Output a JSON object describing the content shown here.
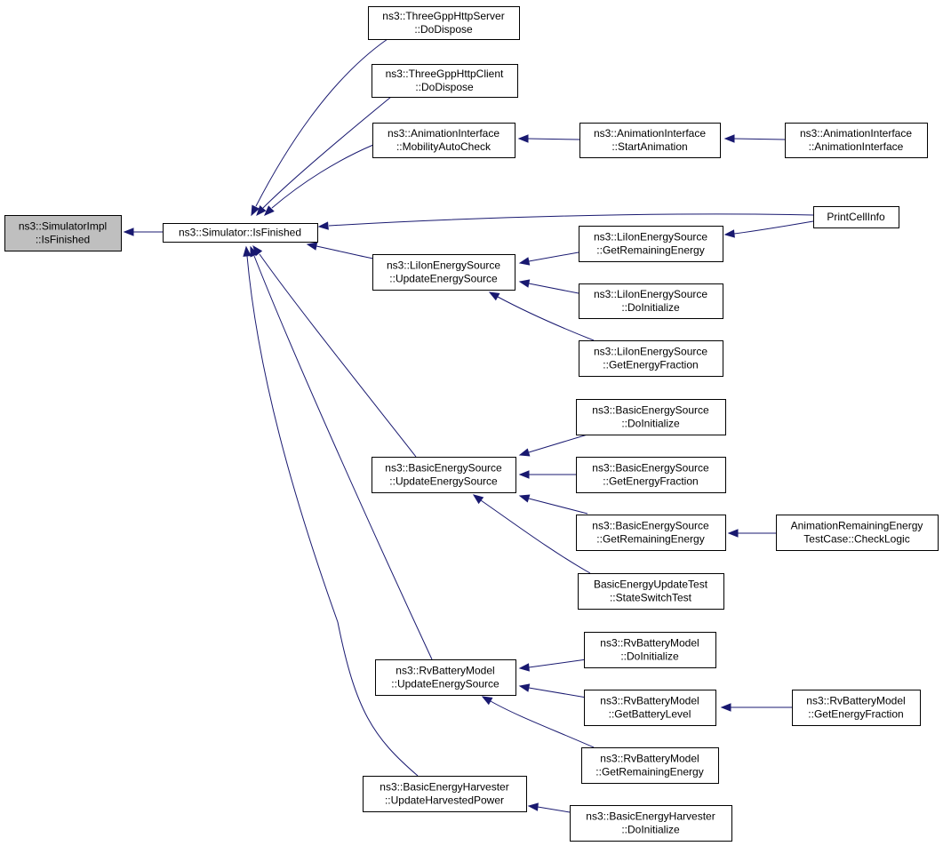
{
  "colors": {
    "edge": "#191970",
    "root_fill": "#bfbfbf",
    "node_fill": "#ffffff",
    "node_border": "#000000"
  },
  "nodes": {
    "simimpl_isfinished": [
      "ns3::SimulatorImpl",
      "::IsFinished"
    ],
    "simulator_isfinished": [
      "ns3::Simulator::IsFinished"
    ],
    "httpserver_dodispose": [
      "ns3::ThreeGppHttpServer",
      "::DoDispose"
    ],
    "httpclient_dodispose": [
      "ns3::ThreeGppHttpClient",
      "::DoDispose"
    ],
    "anim_mobilityautocheck": [
      "ns3::AnimationInterface",
      "::MobilityAutoCheck"
    ],
    "anim_startanimation": [
      "ns3::AnimationInterface",
      "::StartAnimation"
    ],
    "anim_ctor": [
      "ns3::AnimationInterface",
      "::AnimationInterface"
    ],
    "printcellinfo": [
      "PrintCellInfo"
    ],
    "liion_update": [
      "ns3::LiIonEnergySource",
      "::UpdateEnergySource"
    ],
    "liion_getremaining": [
      "ns3::LiIonEnergySource",
      "::GetRemainingEnergy"
    ],
    "liion_doinit": [
      "ns3::LiIonEnergySource",
      "::DoInitialize"
    ],
    "liion_getfraction": [
      "ns3::LiIonEnergySource",
      "::GetEnergyFraction"
    ],
    "basic_update": [
      "ns3::BasicEnergySource",
      "::UpdateEnergySource"
    ],
    "basic_doinit": [
      "ns3::BasicEnergySource",
      "::DoInitialize"
    ],
    "basic_getfraction": [
      "ns3::BasicEnergySource",
      "::GetEnergyFraction"
    ],
    "basic_getremaining": [
      "ns3::BasicEnergySource",
      "::GetRemainingEnergy"
    ],
    "anim_remaining_test": [
      "AnimationRemainingEnergy",
      "TestCase::CheckLogic"
    ],
    "basic_update_test": [
      "BasicEnergyUpdateTest",
      "::StateSwitchTest"
    ],
    "rv_update": [
      "ns3::RvBatteryModel",
      "::UpdateEnergySource"
    ],
    "rv_doinit": [
      "ns3::RvBatteryModel",
      "::DoInitialize"
    ],
    "rv_getbatterylevel": [
      "ns3::RvBatteryModel",
      "::GetBatteryLevel"
    ],
    "rv_getfraction": [
      "ns3::RvBatteryModel",
      "::GetEnergyFraction"
    ],
    "rv_getremaining": [
      "ns3::RvBatteryModel",
      "::GetRemainingEnergy"
    ],
    "harvester_update": [
      "ns3::BasicEnergyHarvester",
      "::UpdateHarvestedPower"
    ],
    "harvester_doinit": [
      "ns3::BasicEnergyHarvester",
      "::DoInitialize"
    ]
  }
}
